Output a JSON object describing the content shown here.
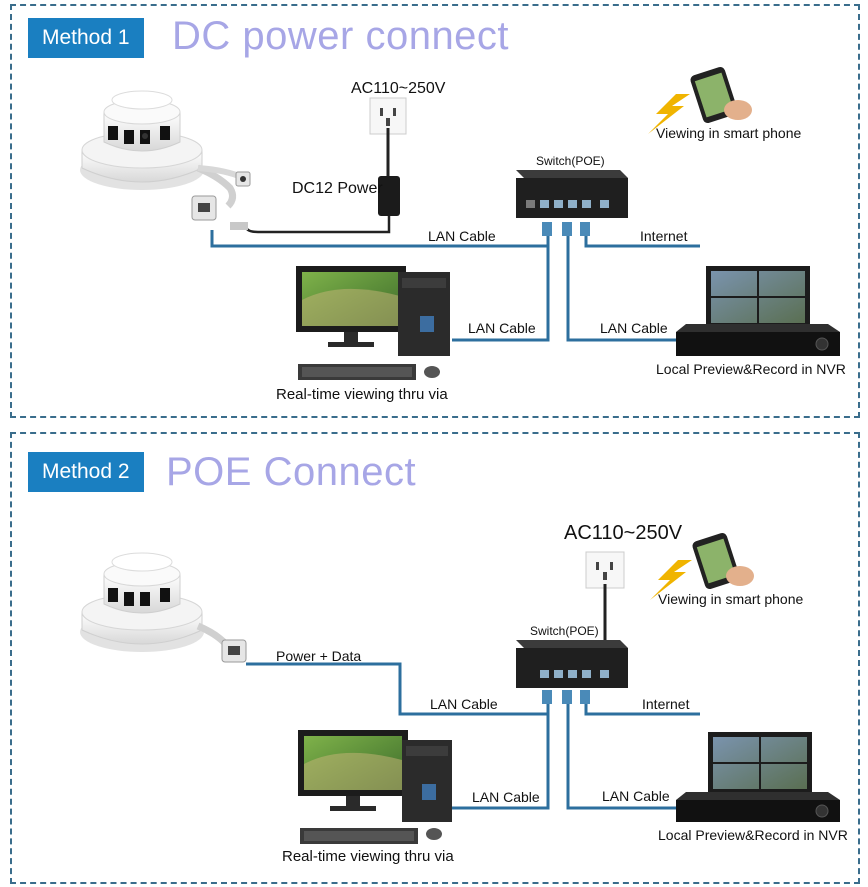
{
  "method1": {
    "badge": "Method 1",
    "title": "DC power connect",
    "ac_label": "AC110~250V",
    "dc_label": "DC12 Power",
    "switch_label": "Switch(POE)",
    "phone_label": "Viewing in smart phone",
    "lan_cable_top": "LAN Cable",
    "internet_label": "Internet",
    "lan_cable_pc": "LAN Cable",
    "lan_cable_nvr": "LAN Cable",
    "nvr_caption": "Local Preview&Record in NVR",
    "pc_caption": "Real-time viewing thru via"
  },
  "method2": {
    "badge": "Method 2",
    "title": "POE Connect",
    "ac_label": "AC110~250V",
    "power_data_label": "Power + Data",
    "switch_label": "Switch(POE)",
    "phone_label": "Viewing in smart phone",
    "lan_cable_top": "LAN Cable",
    "internet_label": "Internet",
    "lan_cable_pc": "LAN Cable",
    "lan_cable_nvr": "LAN Cable",
    "nvr_caption": "Local Preview&Record in NVR",
    "pc_caption": "Real-time viewing thru via"
  },
  "colors": {
    "badge_bg": "#1a7fc1",
    "title_color": "#a7a6e6",
    "cable_color": "#2d6f9e",
    "border_color": "#3a6d8c"
  },
  "icons": [
    "smoke-detector-camera-icon",
    "power-socket-icon",
    "power-adapter-icon",
    "poe-switch-icon",
    "smartphone-icon",
    "lightning-icon",
    "desktop-pc-icon",
    "keyboard-icon",
    "mouse-icon",
    "nvr-recorder-icon",
    "monitor-icon"
  ]
}
